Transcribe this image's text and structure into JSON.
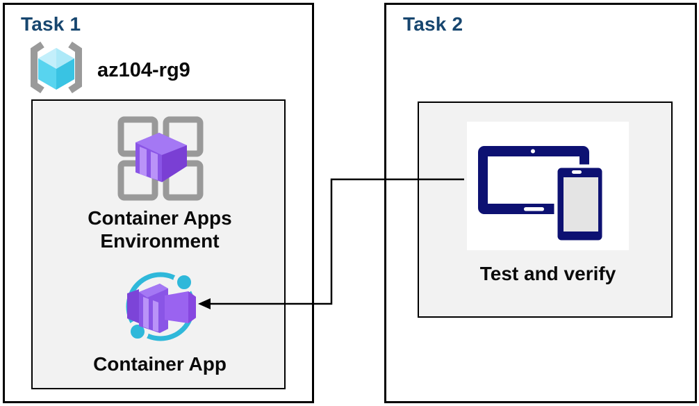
{
  "task1": {
    "title": "Task 1",
    "resource_group_name": "az104-rg9",
    "environment_label_line1": "Container Apps",
    "environment_label_line2": "Environment",
    "container_app_label": "Container App"
  },
  "task2": {
    "title": "Task 2",
    "test_label": "Test and verify"
  },
  "connector": {
    "type": "elbow-arrow",
    "from": "Test and verify",
    "to": "Container App"
  },
  "icons": {
    "resource_group": "azure-resource-group-icon",
    "environment": "container-apps-environment-icon",
    "container_app": "container-app-icon",
    "devices": "tablet-and-phone-icon"
  },
  "colors": {
    "task_title": "#17466F",
    "label_text": "#0a0a0a",
    "box_border": "#000000",
    "panel_fill": "#f2f2f2",
    "bracket_gray": "#9a9a9a",
    "grid_gray": "#999999",
    "cyan_accent": "#2fb8da",
    "cube_cyan_light": "#ade9f8",
    "cube_cyan_mid": "#58d4ef",
    "cube_cyan_dark": "#39c3e3",
    "purple_main": "#8a55e6",
    "purple_light": "#a478f4",
    "purple_dark": "#7a3fd4",
    "purple_stripe": "#ba93f8",
    "device_navy": "#0d1172",
    "phone_screen_gray": "#e4e4e4"
  }
}
